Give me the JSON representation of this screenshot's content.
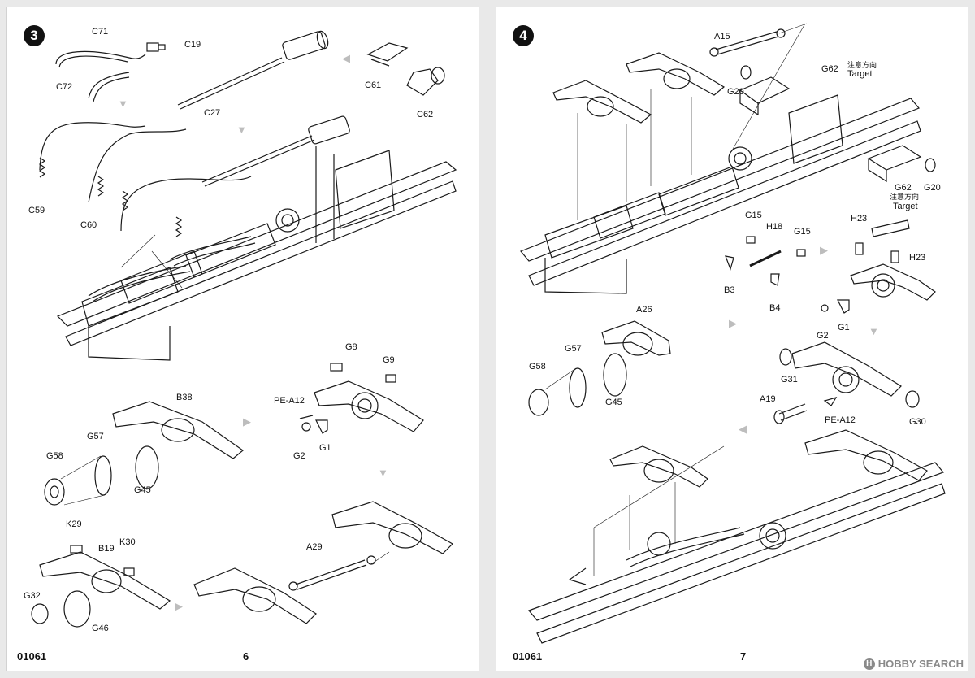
{
  "left_page": {
    "step": "3",
    "code": "01061",
    "page_number": "6",
    "labels": {
      "c71": "C71",
      "c19": "C19",
      "c72": "C72",
      "c27": "C27",
      "c61": "C61",
      "c62": "C62",
      "c59": "C59",
      "c60": "C60",
      "g8": "G8",
      "g9": "G9",
      "pe_a12": "PE-A12",
      "g2": "G2",
      "g1": "G1",
      "b38": "B38",
      "g57": "G57",
      "g58": "G58",
      "g45": "G45",
      "k29": "K29",
      "k30": "K30",
      "b19": "B19",
      "a29": "A29",
      "g32": "G32",
      "g46": "G46"
    }
  },
  "right_page": {
    "step": "4",
    "code": "01061",
    "page_number": "7",
    "labels": {
      "a15": "A15",
      "g62_top": "G62",
      "target_cn_top": "注意方向",
      "target_en_top": "Target",
      "g20_top": "G20",
      "g62_mid": "G62",
      "target_cn_mid": "注意方向",
      "target_en_mid": "Target",
      "g20_mid": "G20",
      "g15_a": "G15",
      "h18": "H18",
      "g15_b": "G15",
      "h23_a": "H23",
      "h23_b": "H23",
      "b3": "B3",
      "b4": "B4",
      "g2": "G2",
      "g1": "G1",
      "a26": "A26",
      "g57": "G57",
      "g58": "G58",
      "g45": "G45",
      "g31": "G31",
      "a19": "A19",
      "pe_a12": "PE-A12",
      "g30": "G30"
    }
  },
  "watermark": {
    "text": "HOBBY SEARCH",
    "logo_glyph": "H"
  },
  "colors": {
    "ink": "#1a1a1a",
    "paper": "#ffffff",
    "mat": "#e9e9e9",
    "arrow": "#bdbdbd"
  },
  "icons": {
    "assembly_arrow": "assembly-arrow-icon"
  }
}
